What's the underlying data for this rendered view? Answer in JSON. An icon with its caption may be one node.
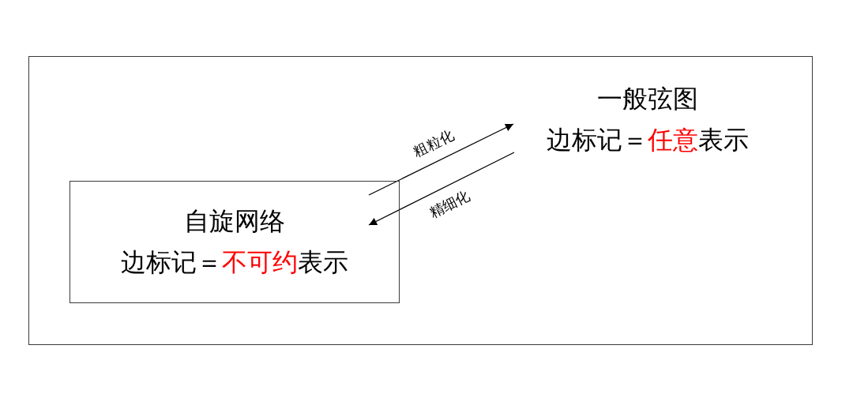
{
  "diagram": {
    "nodes": [
      {
        "text": [],
        "shape": "box"
      },
      {
        "text": [
          "一般弦图",
          "边标记＝**任意**表示"
        ],
        "in": 0
      },
      {
        "text": [
          "自旋网络",
          "边标记＝**不可约**表示"
        ],
        "in": 0
      }
    ],
    "edges": [
      {
        "from": 2,
        "to": 1,
        "arrow": "to",
        "label": "粗粒化"
      },
      {
        "from": 1,
        "to": 2,
        "arrow": "to",
        "label": "精细化"
      }
    ]
  }
}
